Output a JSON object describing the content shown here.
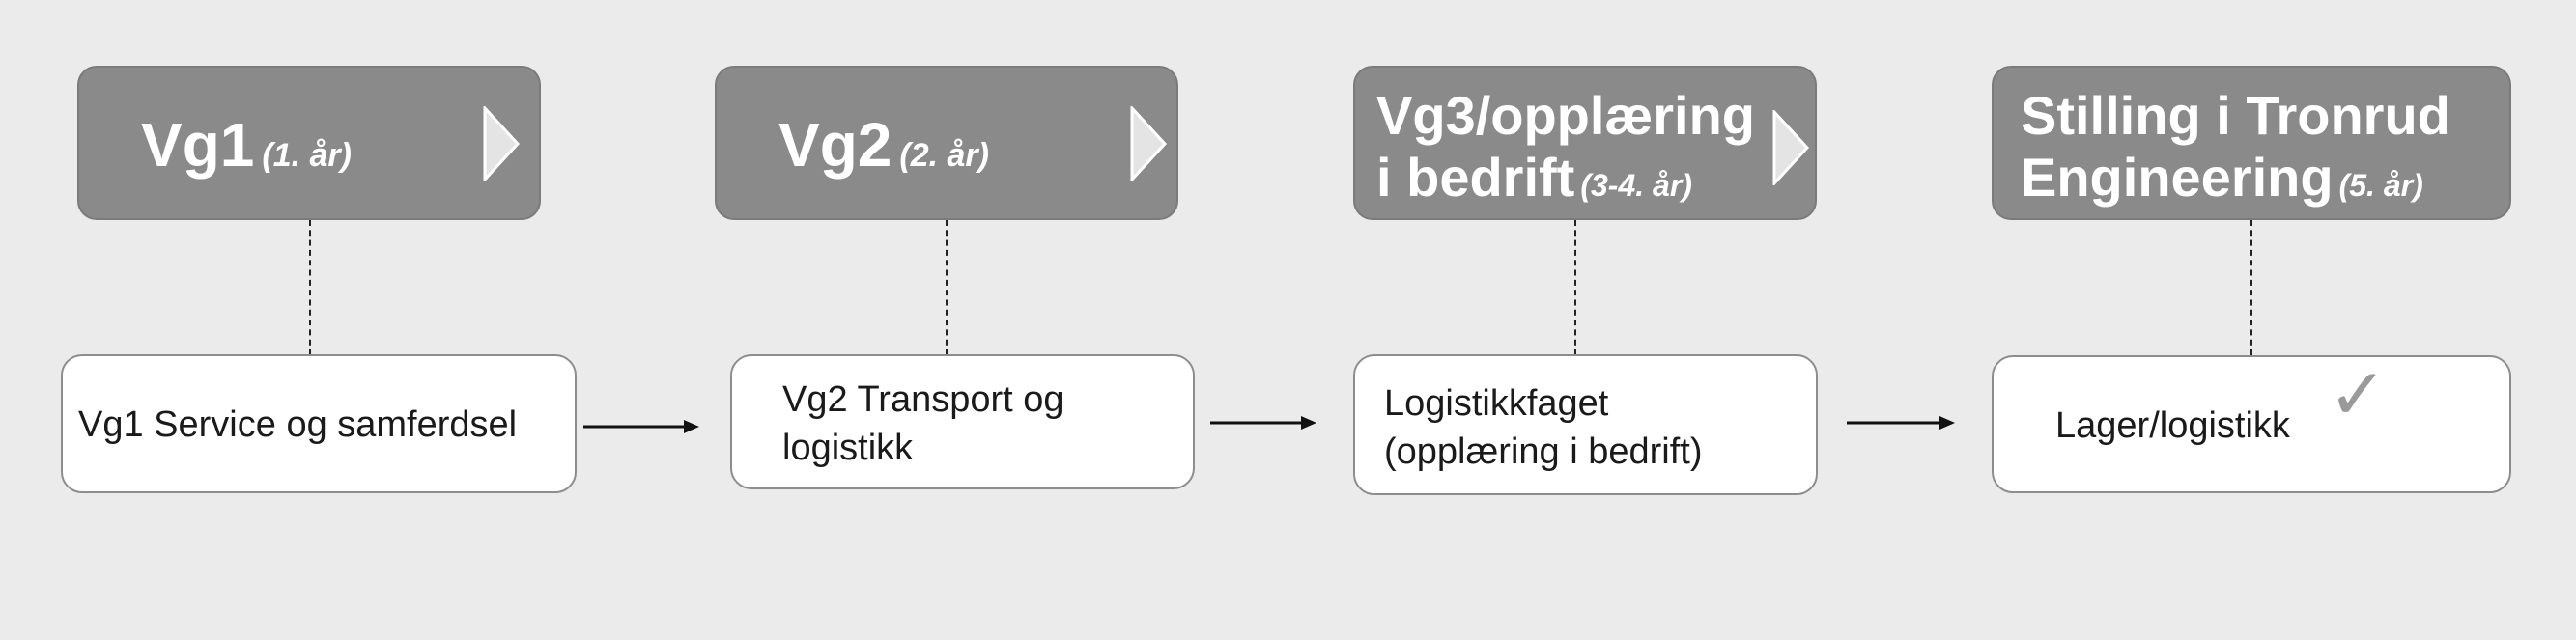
{
  "stages": [
    {
      "title": "Vg1",
      "year": "(1. år)"
    },
    {
      "title": "Vg2",
      "year": "(2. år)"
    },
    {
      "title_line1": "Vg3/opplæring",
      "title_line2": "i bedrift",
      "year": "(3-4. år)"
    },
    {
      "title_line1": "Stilling i Tronrud",
      "title_line2": "Engineering",
      "year": "(5. år)"
    }
  ],
  "courses": [
    {
      "line1": "Vg1 Service og samferdsel"
    },
    {
      "line1": "Vg2 Transport og",
      "line2": "logistikk"
    },
    {
      "line1": "Logistikkfaget",
      "line2": "(opplæring i bedrift)"
    },
    {
      "line1": "Lager/logistikk",
      "check_icon": "checkmark-icon"
    }
  ],
  "colors": {
    "stage_fill": "#8a8a8a",
    "background": "#ebebeb",
    "course_fill": "#ffffff"
  }
}
